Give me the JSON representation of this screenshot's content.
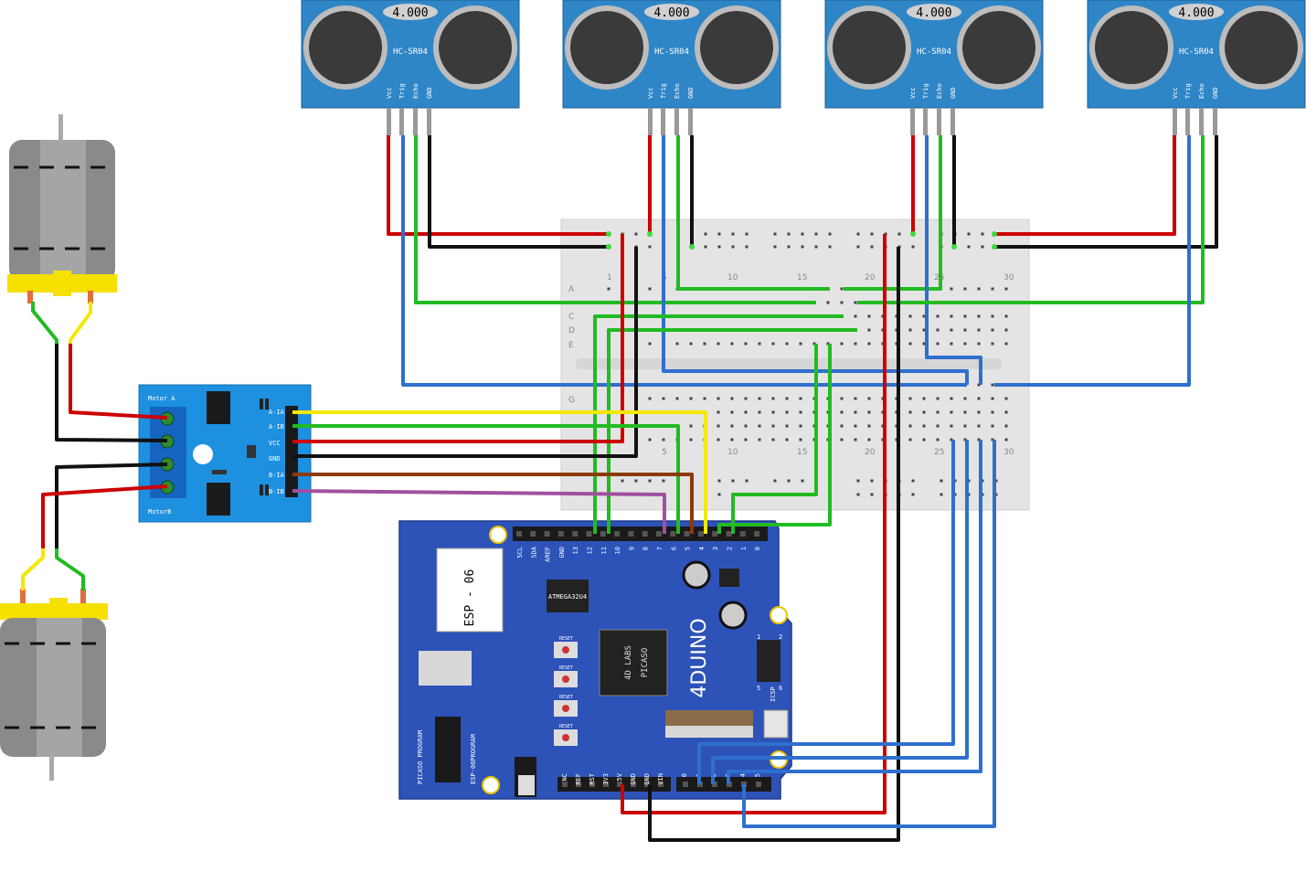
{
  "sensor": {
    "freq": "4.000",
    "model": "HC-SR04",
    "pins": [
      "Vcc",
      "Trig",
      "Echo",
      "GND"
    ]
  },
  "driver": {
    "title_a": "Motor A",
    "title_b": "MotorB",
    "pins": [
      "A-IA",
      "A-IB",
      "VCC",
      "GND",
      "B-IA",
      "B-IB"
    ]
  },
  "breadboard": {
    "col_labels": [
      "1",
      "5",
      "10",
      "15",
      "20",
      "25",
      "30"
    ],
    "row_labels": [
      "A",
      "C",
      "D",
      "E",
      "G"
    ]
  },
  "board": {
    "name": "4DUINO",
    "esp_label": "ESP - 06",
    "mcu_label": "ATMEGA32U4",
    "chip_line1": "4D LABS",
    "chip_line2": "PICASO",
    "top_pins": [
      "SCL",
      "SDA",
      "AREF",
      "GND",
      "13",
      "12",
      "11",
      "10",
      "9",
      "8",
      "7",
      "6",
      "5",
      "4",
      "3",
      "2",
      "1",
      "0"
    ],
    "power_pins": [
      "NC",
      "REF",
      "RST",
      "3V3",
      "5V",
      "GND",
      "GND",
      "VIN"
    ],
    "analog_pins": [
      "0",
      "1",
      "2",
      "3",
      "4",
      "5"
    ],
    "reset_label": "RESET",
    "icsp_label": "ICSP",
    "picaso_label": "PICASO PROGRAM",
    "esp_prog_label": "ESP-06PROGRAM",
    "icsp_nums": [
      "1",
      "2",
      "5",
      "6"
    ]
  },
  "colors": {
    "red": "#cc0000",
    "black": "#111111",
    "green": "#22bb22",
    "blue": "#2f6fce",
    "yellow": "#f5e800",
    "brown": "#8b3a0a",
    "purple": "#a050a0"
  }
}
